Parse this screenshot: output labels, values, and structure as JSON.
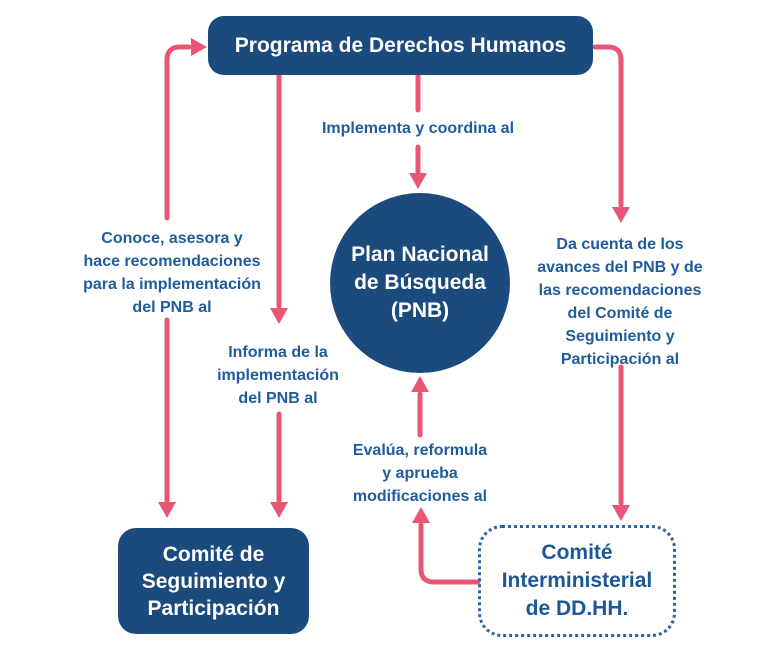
{
  "colors": {
    "navy": "#1b4b7d",
    "pink": "#ea5576",
    "label_blue": "#1e5c9d",
    "background": "#ffffff"
  },
  "nodes": {
    "programa": {
      "label": "Programa de Derechos Humanos"
    },
    "pnb": {
      "label": "Plan Nacional\nde Búsqueda\n(PNB)"
    },
    "comite_seguimiento": {
      "label": "Comité de\nSeguimiento y\nParticipación"
    },
    "comite_interministerial": {
      "label": "Comité\nInterministerial\nde DD.HH."
    }
  },
  "edges": {
    "implementa": {
      "label": "Implementa y coordina al",
      "from": "Programa de Derechos Humanos",
      "to": "Plan Nacional de Búsqueda (PNB)"
    },
    "conoce": {
      "label": "Conoce, asesora y\nhace recomendaciones\npara la implementación\ndel PNB al",
      "from": "Comité de Seguimiento y Participación",
      "to": "Programa de Derechos Humanos"
    },
    "informa": {
      "label": "Informa de la\nimplementación\ndel PNB al",
      "from": "Programa de Derechos Humanos",
      "to": "Comité de Seguimiento y Participación"
    },
    "da_cuenta": {
      "label": "Da cuenta de los\navances del PNB y de\nlas recomendaciones\ndel Comité de\nSeguimiento y\nParticipación al",
      "from": "Programa de Derechos Humanos",
      "to": "Comité Interministerial de DD.HH."
    },
    "evalua": {
      "label": "Evalúa, reformula\ny aprueba\nmodificaciones al",
      "from": "Comité Interministerial de DD.HH.",
      "to": "Plan Nacional de Búsqueda (PNB)"
    }
  }
}
